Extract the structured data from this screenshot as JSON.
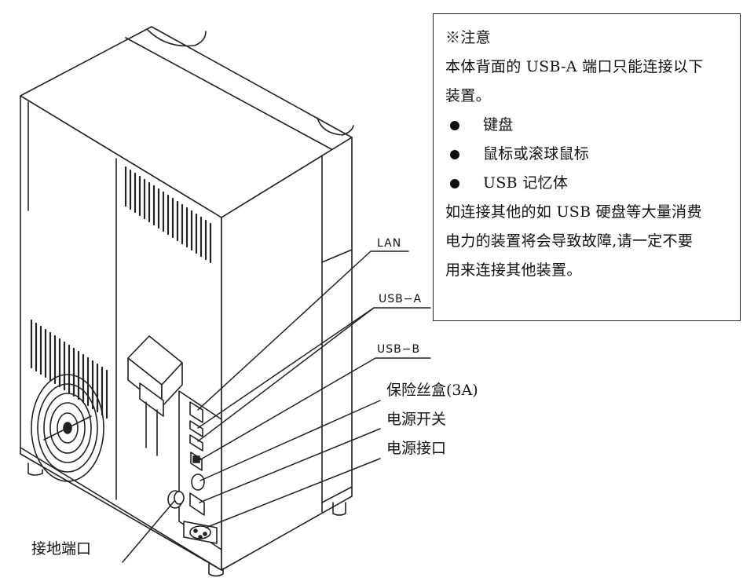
{
  "notice": {
    "title": "※注意",
    "line1": "本体背面的 USB-A 端口只能连接以下",
    "line2": "装置。",
    "items": [
      "键盘",
      "鼠标或滚球鼠标",
      "USB 记忆体"
    ],
    "line3": "如连接其他的如 USB 硬盘等大量消费",
    "line4": "电力的装置将会导致故障,请一定不要",
    "line5": "用来连接其他装置。"
  },
  "callouts": {
    "lan": "LAN",
    "usb_a": "USB−A",
    "usb_b": "USB−B",
    "fuse": "保险丝盒(3A)",
    "power_switch": "电源开关",
    "power_inlet": "电源接口",
    "ground": "接地端口"
  }
}
